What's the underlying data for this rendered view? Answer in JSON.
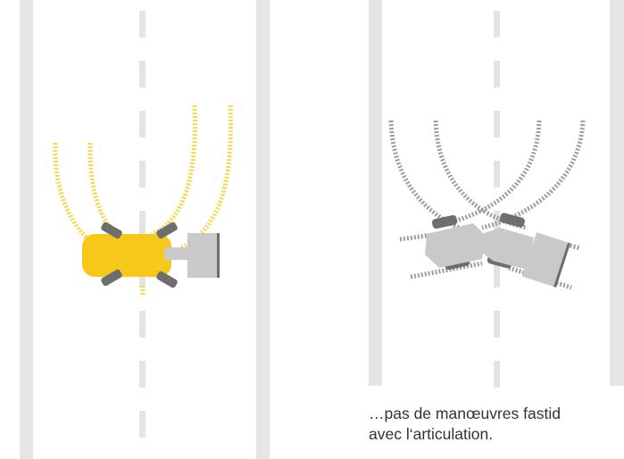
{
  "caption": {
    "line1": "…pas de manœuvres fastid",
    "line2": "avec l‘articulation."
  },
  "colors": {
    "road_edge": "#e5e5e5",
    "lane_dash": "#e3e3e3",
    "loader_yellow": "#f7c81a",
    "track_yellow": "#f9d64a",
    "tire_dark": "#6e6e6e",
    "machine_grey": "#c9c9c9",
    "track_grey": "#9d9d9d",
    "caption_text": "#333333"
  },
  "scenes": [
    {
      "name": "conventional-turn",
      "color": "yellow"
    },
    {
      "name": "articulated-turn",
      "color": "grey"
    }
  ]
}
